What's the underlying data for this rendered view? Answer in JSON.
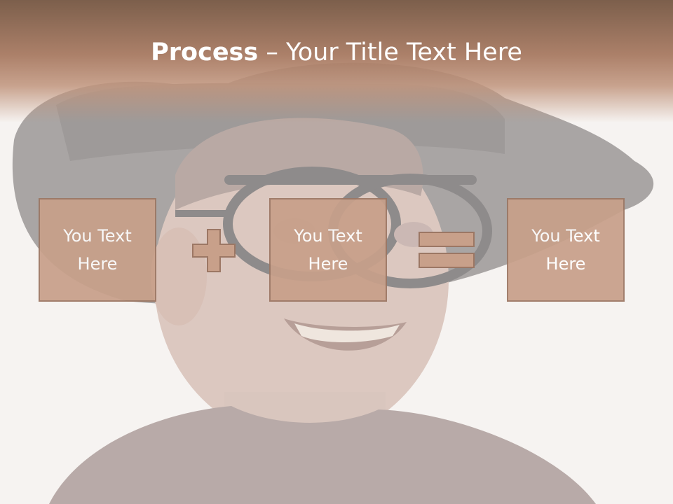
{
  "slide": {
    "title_bold": "Process",
    "title_rest": " – Your Title Text Here",
    "boxes": [
      {
        "label": "You Text Here"
      },
      {
        "label": "You Text Here"
      },
      {
        "label": "You Text Here"
      }
    ],
    "operators": [
      "plus-icon",
      "equals-icon"
    ],
    "colors": {
      "header": "#a87a62",
      "box_fill": "#c8a08a",
      "box_border": "#9c7764",
      "text": "#ffffff"
    },
    "background_image": "boy-with-glasses-and-hat-photo"
  }
}
